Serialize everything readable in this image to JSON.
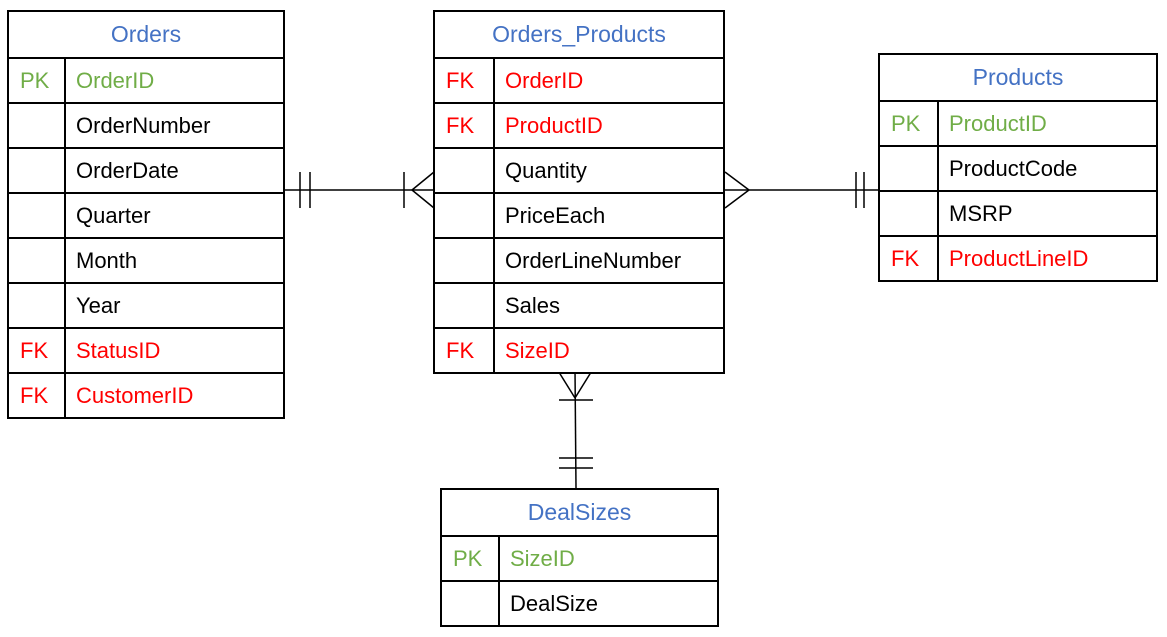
{
  "entities": {
    "orders": {
      "title": "Orders",
      "rows": [
        {
          "key": "PK",
          "field": "OrderID"
        },
        {
          "key": "",
          "field": "OrderNumber"
        },
        {
          "key": "",
          "field": "OrderDate"
        },
        {
          "key": "",
          "field": "Quarter"
        },
        {
          "key": "",
          "field": "Month"
        },
        {
          "key": "",
          "field": "Year"
        },
        {
          "key": "FK",
          "field": "StatusID"
        },
        {
          "key": "FK",
          "field": "CustomerID"
        }
      ]
    },
    "orders_products": {
      "title": "Orders_Products",
      "rows": [
        {
          "key": "FK",
          "field": "OrderID"
        },
        {
          "key": "FK",
          "field": "ProductID"
        },
        {
          "key": "",
          "field": "Quantity"
        },
        {
          "key": "",
          "field": "PriceEach"
        },
        {
          "key": "",
          "field": "OrderLineNumber"
        },
        {
          "key": "",
          "field": "Sales"
        },
        {
          "key": "FK",
          "field": "SizeID"
        }
      ]
    },
    "products": {
      "title": "Products",
      "rows": [
        {
          "key": "PK",
          "field": "ProductID"
        },
        {
          "key": "",
          "field": "ProductCode"
        },
        {
          "key": "",
          "field": "MSRP"
        },
        {
          "key": "FK",
          "field": "ProductLineID"
        }
      ]
    },
    "deal_sizes": {
      "title": "DealSizes",
      "rows": [
        {
          "key": "PK",
          "field": "SizeID"
        },
        {
          "key": "",
          "field": "DealSize"
        }
      ]
    }
  },
  "colors": {
    "title": "#4472c4",
    "primary_key": "#70ad47",
    "foreign_key": "#ff0000",
    "line": "#000000"
  }
}
